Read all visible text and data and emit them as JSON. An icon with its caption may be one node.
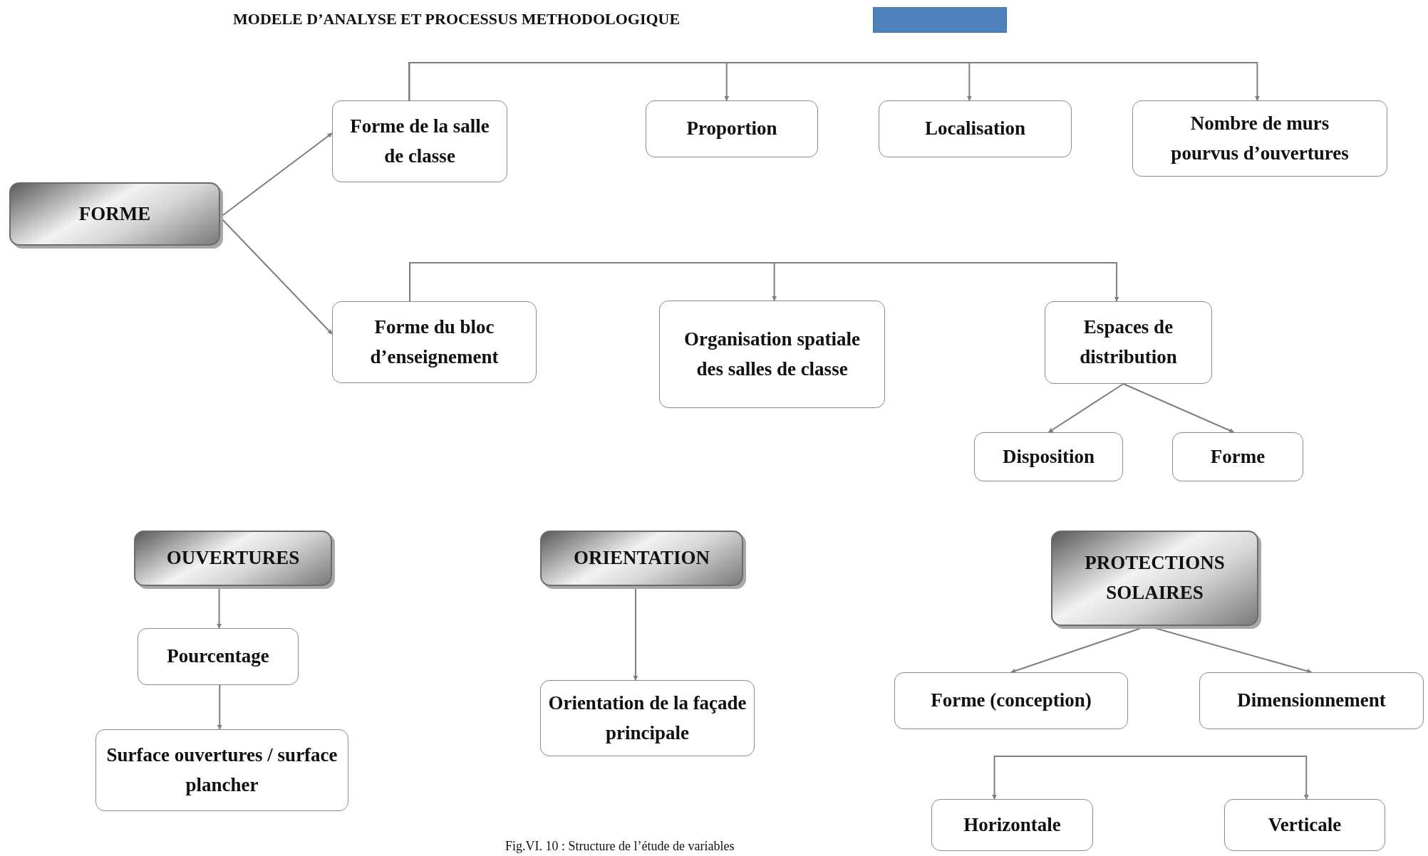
{
  "diagram": {
    "title": "MODELE D’ANALYSE ET PROCESSUS METHODOLOGIQUE",
    "caption": "Fig.VI. 10 : Structure de l’étude de variables",
    "nodes": [
      {
        "text": [
          "FORME"
        ]
      },
      {
        "text": [
          "Forme de la salle de classe"
        ]
      },
      {
        "text": [
          "Proportion"
        ]
      },
      {
        "text": [
          "Localisation"
        ]
      },
      {
        "text": [
          "Nombre de murs pourvus d’ouvertures"
        ]
      },
      {
        "text": [
          "Forme du bloc d’enseignement"
        ]
      },
      {
        "text": [
          "Organisation spatiale des salles de classe"
        ]
      },
      {
        "text": [
          "Espaces de distribution"
        ]
      },
      {
        "text": [
          "Disposition"
        ]
      },
      {
        "text": [
          "Forme"
        ]
      },
      {
        "text": [
          "OUVERTURES"
        ]
      },
      {
        "text": [
          "Pourcentage"
        ]
      },
      {
        "text": [
          "Surface ouvertures / surface plancher"
        ]
      },
      {
        "text": [
          "ORIENTATION"
        ]
      },
      {
        "text": [
          "Orientation de la façade principale"
        ]
      },
      {
        "text": [
          "PROTECTIONS SOLAIRES"
        ]
      },
      {
        "text": [
          "Forme (conception)"
        ]
      },
      {
        "text": [
          "Dimensionnement"
        ]
      },
      {
        "text": [
          "Horizontale"
        ]
      },
      {
        "text": [
          "Verticale"
        ]
      }
    ],
    "edges": [
      {
        "from": 0,
        "to": 1,
        "arrow": "to"
      },
      {
        "from": 0,
        "to": 5,
        "arrow": "to"
      },
      {
        "from": 1,
        "to": 2,
        "arrow": "to"
      },
      {
        "from": 1,
        "to": 3,
        "arrow": "to"
      },
      {
        "from": 1,
        "to": 4,
        "arrow": "to"
      },
      {
        "from": 5,
        "to": 6,
        "arrow": "to"
      },
      {
        "from": 5,
        "to": 7,
        "arrow": "to"
      },
      {
        "from": 7,
        "to": 8,
        "arrow": "to"
      },
      {
        "from": 7,
        "to": 9,
        "arrow": "to"
      },
      {
        "from": 10,
        "to": 11,
        "arrow": "to"
      },
      {
        "from": 11,
        "to": 12,
        "arrow": "to"
      },
      {
        "from": 13,
        "to": 14,
        "arrow": "to"
      },
      {
        "from": 15,
        "to": 16,
        "arrow": "to"
      },
      {
        "from": 15,
        "to": 17,
        "arrow": "to"
      },
      {
        "from": null,
        "to": 18,
        "arrow": "to"
      },
      {
        "from": null,
        "to": 19,
        "arrow": "to"
      }
    ]
  }
}
